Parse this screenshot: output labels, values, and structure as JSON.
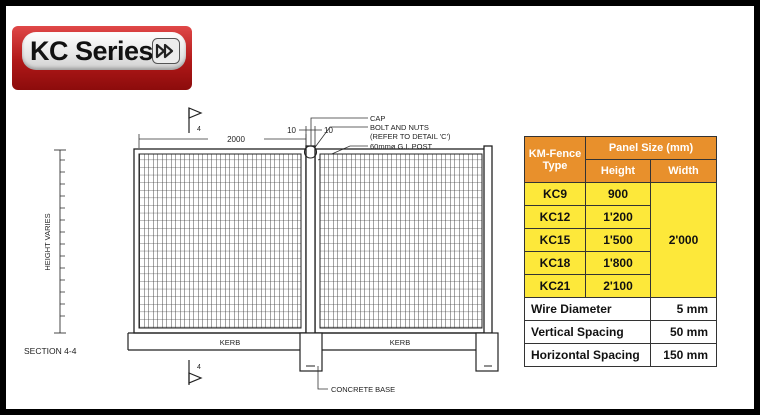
{
  "badge": {
    "title": "KC Series"
  },
  "drawing": {
    "dim_2000": "2000",
    "dim_10a": "10",
    "dim_10b": "10",
    "cap": "CAP",
    "bolt": "BOLT AND NUTS",
    "refer": "(REFER TO DETAIL 'C')",
    "post": "60mmø G.I. POST",
    "height_varies": "HEIGHT VARIES",
    "kerb_left": "KERB",
    "kerb_right": "KERB",
    "concrete_base": "CONCRETE BASE",
    "section": "SECTION 4-4",
    "flag_top": "4",
    "flag_bottom": "4"
  },
  "table": {
    "type_header": "KM-Fence Type",
    "panel_header": "Panel Size (mm)",
    "height_header": "Height",
    "width_header": "Width",
    "width_value": "2'000",
    "rows": [
      {
        "type": "KC9",
        "height": "900"
      },
      {
        "type": "KC12",
        "height": "1'200"
      },
      {
        "type": "KC15",
        "height": "1'500"
      },
      {
        "type": "KC18",
        "height": "1'800"
      },
      {
        "type": "KC21",
        "height": "2'100"
      }
    ],
    "specs": [
      {
        "label": "Wire Diameter",
        "value": "5 mm"
      },
      {
        "label": "Vertical Spacing",
        "value": "50 mm"
      },
      {
        "label": "Horizontal Spacing",
        "value": "150 mm"
      }
    ]
  }
}
